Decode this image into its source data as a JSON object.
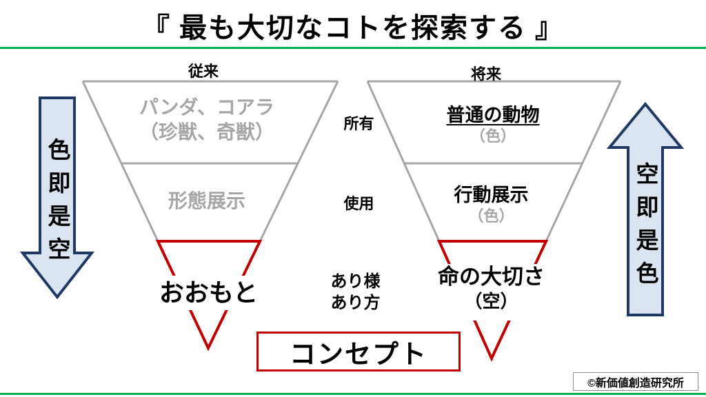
{
  "title": "『 最も大切なコトを探索する 』",
  "headers": {
    "left": "従来",
    "right": "将来"
  },
  "left_funnel": {
    "top_line1": "パンダ、コアラ",
    "top_line2": "（珍獣、奇獣）",
    "middle": "形態展示",
    "bottom": "おおもと"
  },
  "right_funnel": {
    "top_line1": "普通の動物",
    "top_line2": "（色）",
    "middle_line1": "行動展示",
    "middle_line2": "（色）",
    "bottom_line1": "命の大切さ",
    "bottom_line2": "（空）"
  },
  "center_labels": {
    "ownership": "所有",
    "use": "使用",
    "state_line1": "あり様",
    "state_line2": "あり方"
  },
  "arrows": {
    "down_label": "色即是空",
    "up_label": "空即是色"
  },
  "concept_label": "コンセプト",
  "copyright": "©新価値創造研究所",
  "colors": {
    "green": "#00B050",
    "red": "#C00000",
    "gray": "#A6A6A6",
    "navy": "#1F3864",
    "arrow_fill": "#DBE5F1"
  }
}
